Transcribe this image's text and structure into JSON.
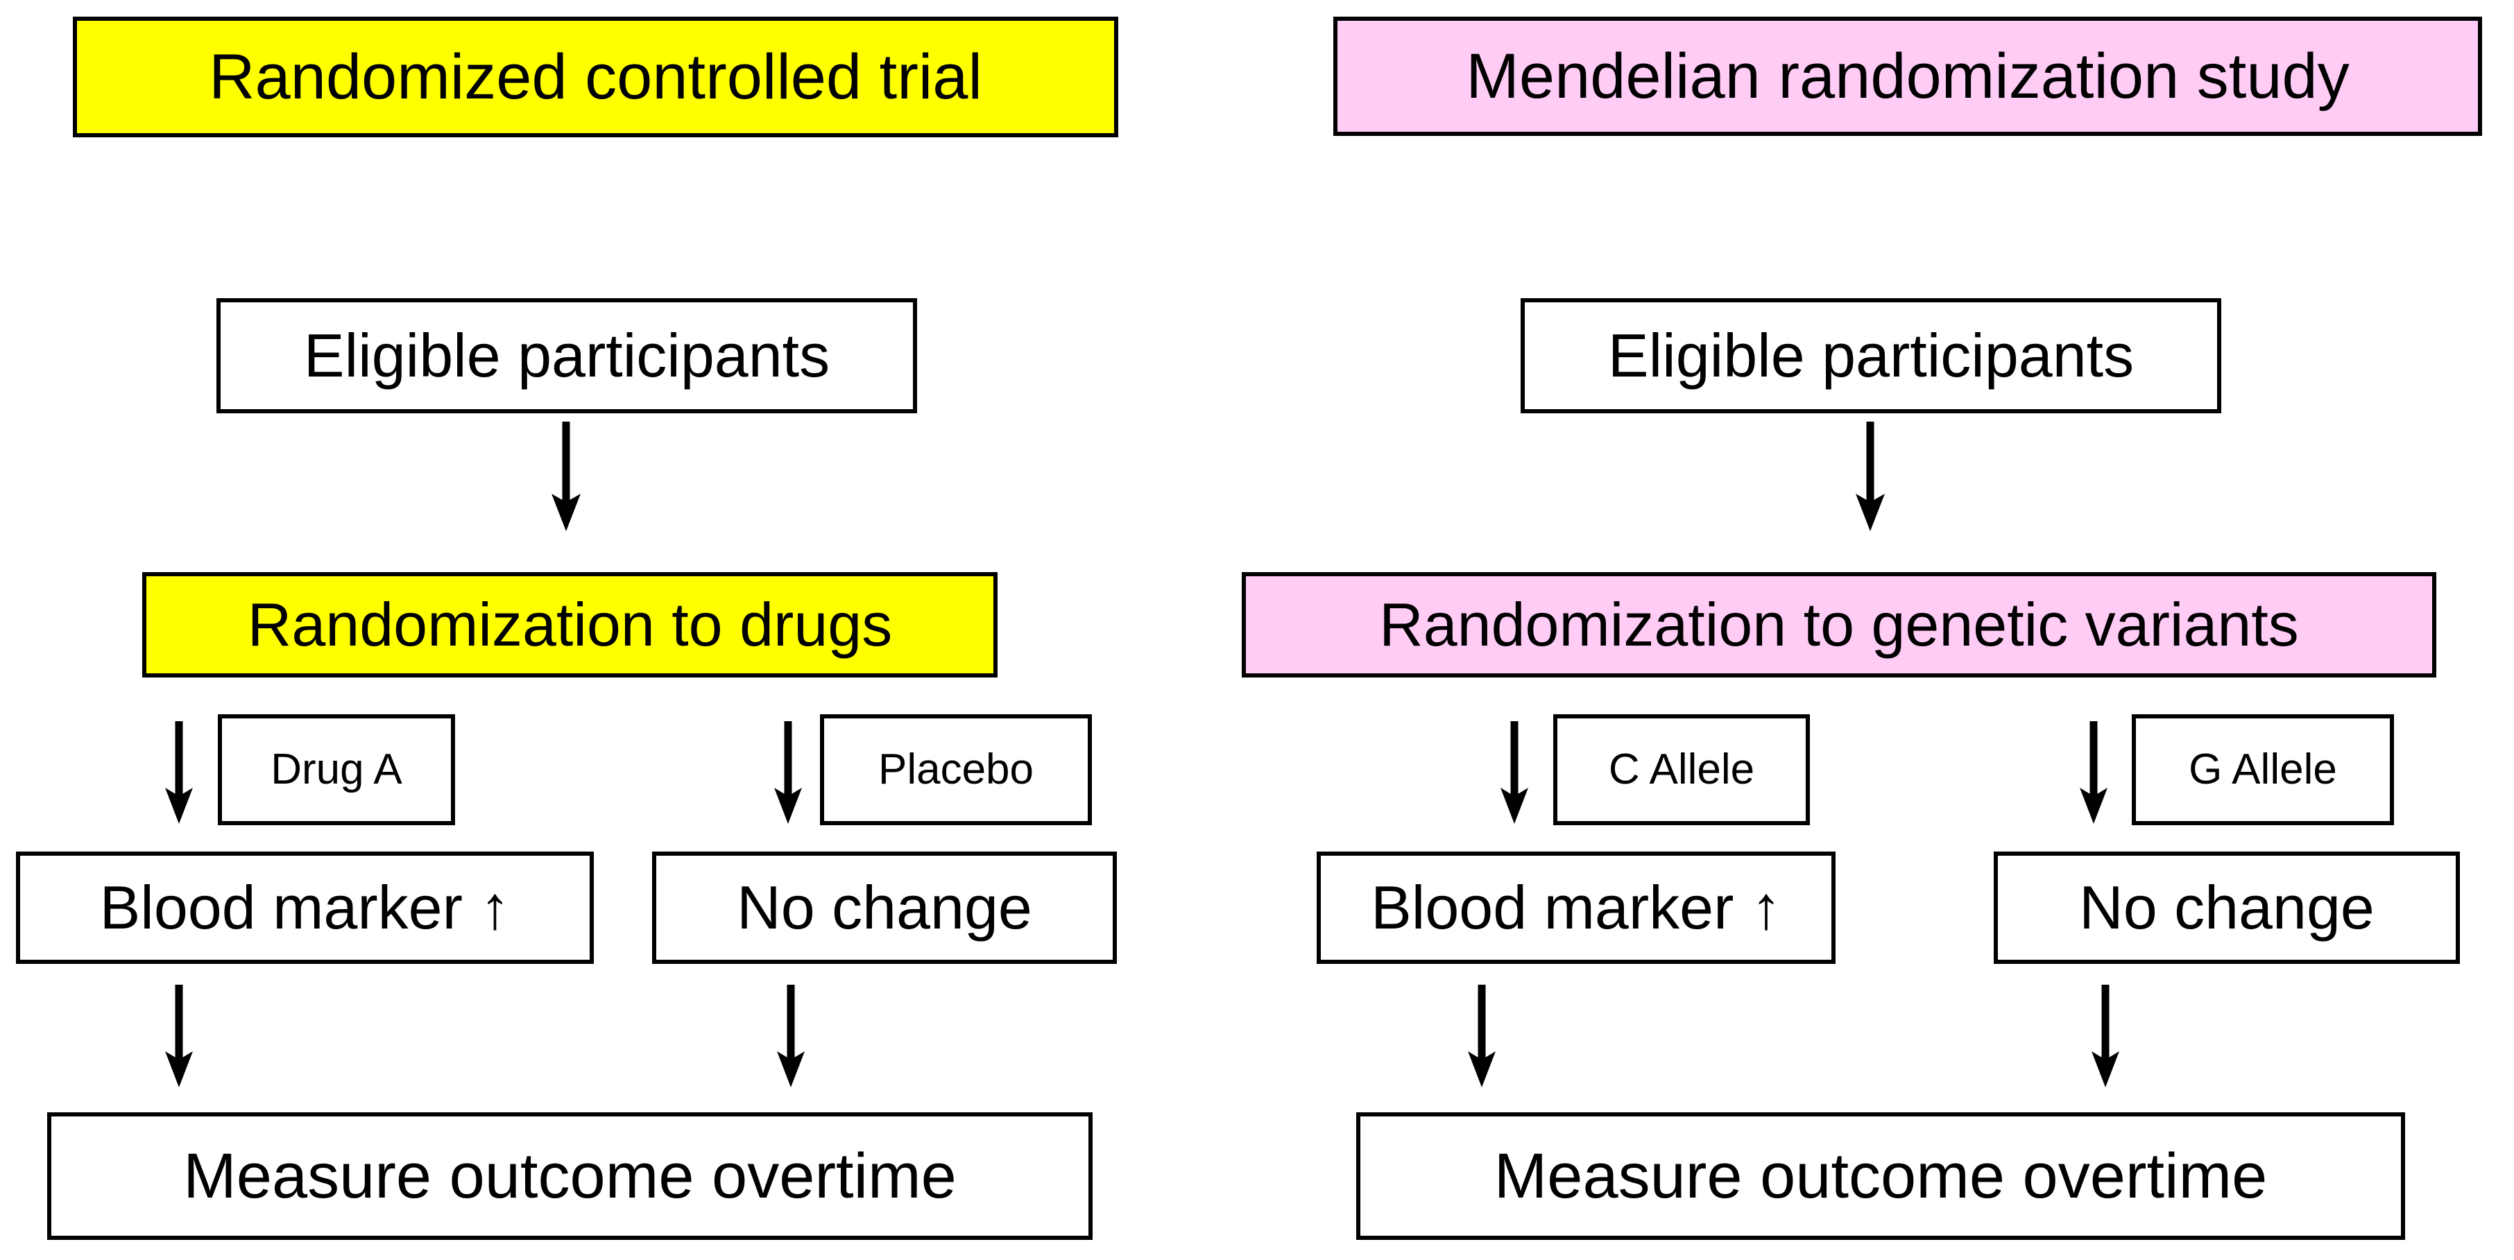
{
  "figure": {
    "type": "flow-diagram",
    "description": "Side-by-side comparison of a randomized controlled trial and a Mendelian randomization study",
    "background_color": "#ffffff",
    "accent_colors": {
      "rct_highlight": "#ffff00",
      "mr_highlight": "#ffccf5",
      "stroke": "#000000"
    }
  },
  "columns": [
    {
      "id": "rct",
      "highlight_color": "#ffff00",
      "title": "Randomized controlled trial",
      "nodes": {
        "eligible": "Eligible participants",
        "randomization": "Randomization to drugs",
        "branch_left_label": "Drug A",
        "branch_right_label": "Placebo",
        "outcome_left": "Blood marker ↑",
        "outcome_right": "No change",
        "measure": "Measure outcome overtime"
      }
    },
    {
      "id": "mr",
      "highlight_color": "#ffccf5",
      "title": "Mendelian randomization study",
      "nodes": {
        "eligible": "Eligible participants",
        "randomization": "Randomization to genetic variants",
        "branch_left_label": "C Allele",
        "branch_right_label": "G Allele",
        "outcome_left": "Blood marker ↑",
        "outcome_right": "No change",
        "measure": "Measure outcome overtime"
      }
    }
  ],
  "arrows": {
    "glyph": "down-arrow",
    "count": 10,
    "direction": "down"
  }
}
